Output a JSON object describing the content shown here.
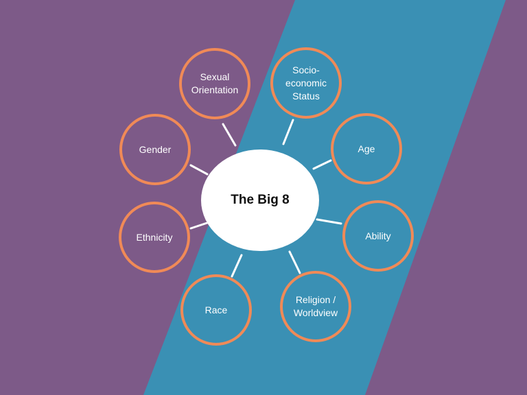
{
  "colors": {
    "background": "#7d5a88",
    "band": "#3a90b4",
    "node_border": "#f08a57",
    "hub_fill": "#ffffff",
    "connector": "#ffffff"
  },
  "hub": {
    "label": "The Big 8"
  },
  "nodes": [
    {
      "id": "sexual-orientation",
      "label": "Sexual\nOrientation"
    },
    {
      "id": "socioeconomic-status",
      "label": "Socio-\neconomic\nStatus"
    },
    {
      "id": "gender",
      "label": "Gender"
    },
    {
      "id": "age",
      "label": "Age"
    },
    {
      "id": "ethnicity",
      "label": "Ethnicity"
    },
    {
      "id": "ability",
      "label": "Ability"
    },
    {
      "id": "race",
      "label": "Race"
    },
    {
      "id": "religion-worldview",
      "label": "Religion /\nWorldview"
    }
  ]
}
